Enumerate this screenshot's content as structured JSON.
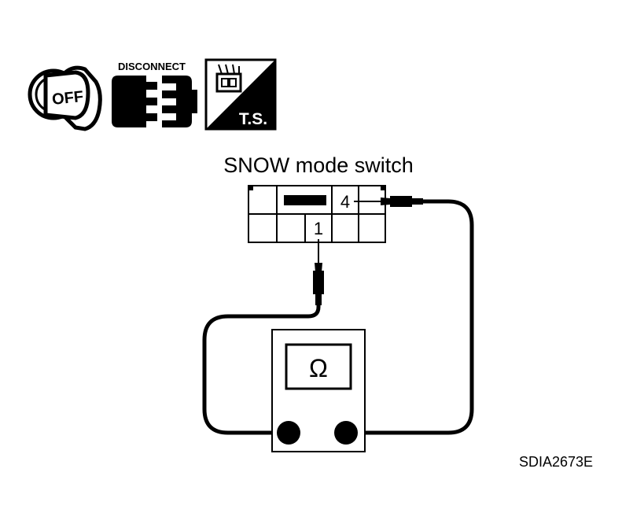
{
  "icons": {
    "ignition": {
      "name": "ignition-key-icon",
      "label": "OFF"
    },
    "disconnect": {
      "name": "disconnect-connector-icon",
      "label": "DISCONNECT"
    },
    "terminal_side": {
      "name": "terminal-side-icon",
      "label": "T.S."
    }
  },
  "component": {
    "title": "SNOW mode switch",
    "terminals": [
      "4",
      "1"
    ]
  },
  "meter": {
    "symbol": "Ω"
  },
  "figure_code": "SDIA2673E",
  "colors": {
    "ink": "#000000",
    "paper": "#ffffff"
  }
}
